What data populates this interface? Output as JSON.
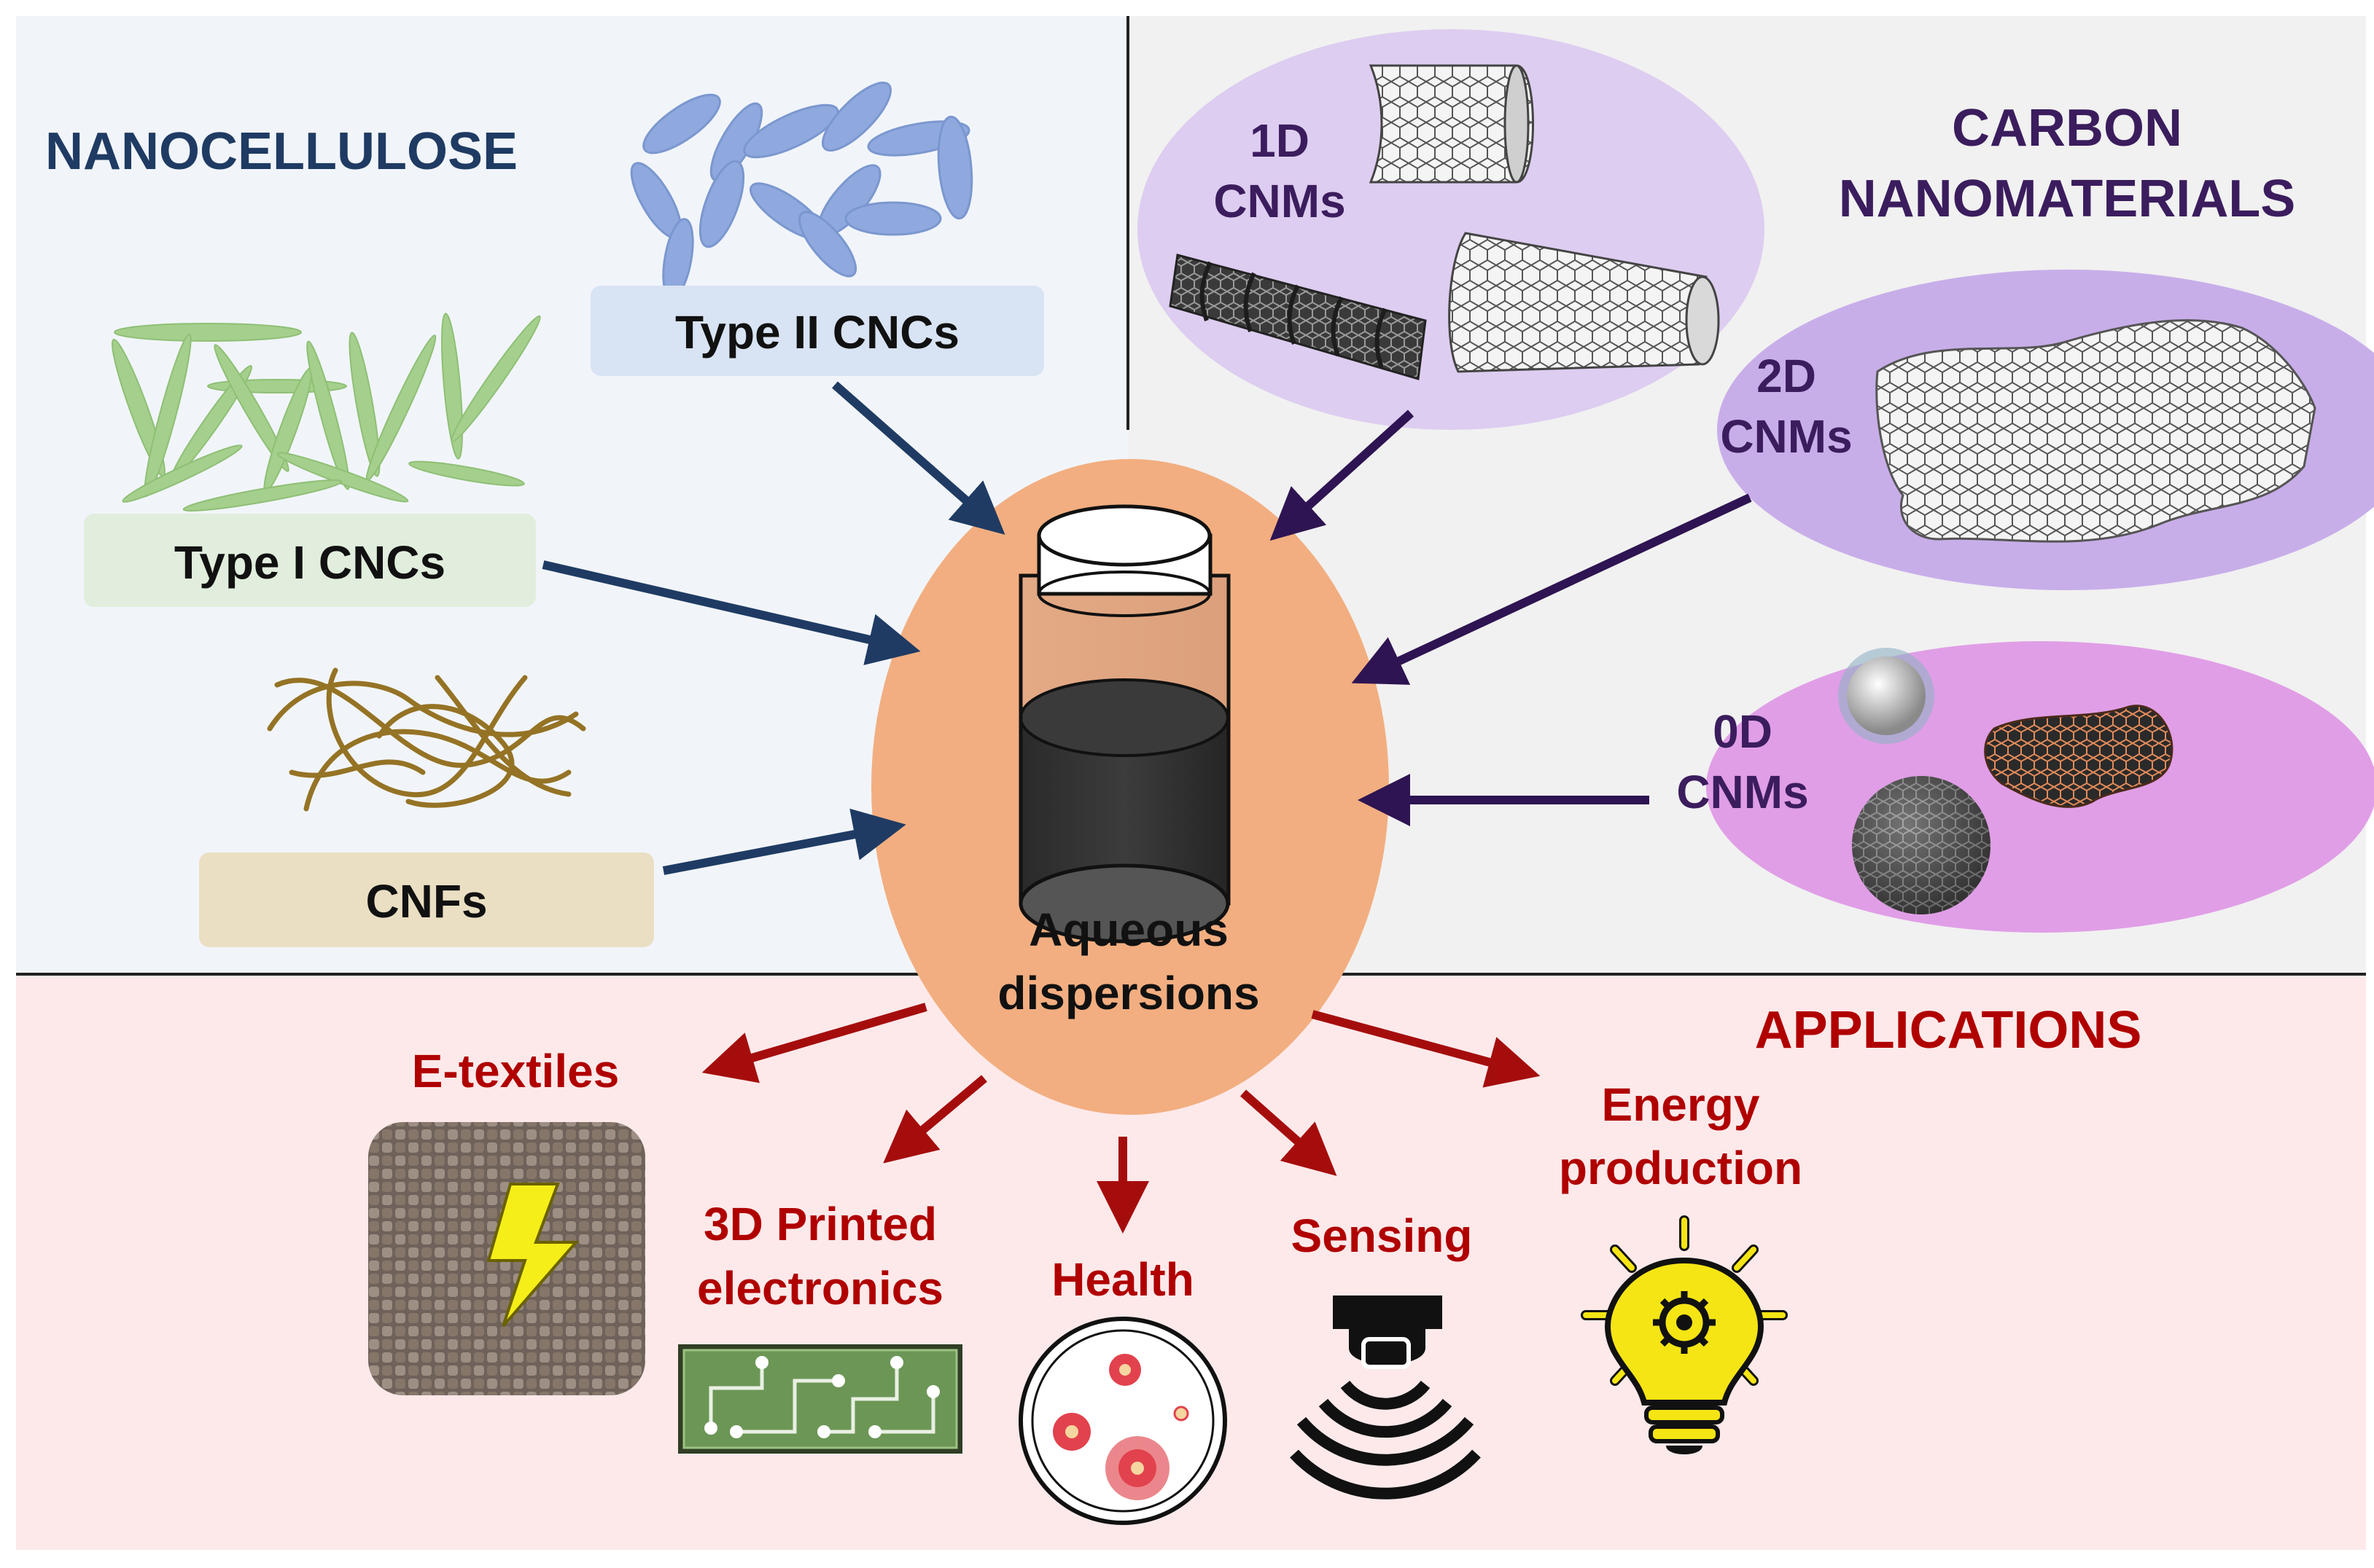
{
  "nanocellulose": {
    "title": "NANOCELLULOSE",
    "type2_label": "Type II CNCs",
    "type1_label": "Type I CNCs",
    "cnf_label": "CNFs"
  },
  "carbon": {
    "title_line1": "CARBON",
    "title_line2": "NANOMATERIALS",
    "cnm1d_line1": "1D",
    "cnm1d_line2": "CNMs",
    "cnm2d_line1": "2D",
    "cnm2d_line2": "CNMs",
    "cnm0d_line1": "0D",
    "cnm0d_line2": "CNMs"
  },
  "center": {
    "line1": "Aqueous",
    "line2": "dispersions"
  },
  "applications": {
    "title": "APPLICATIONS",
    "etextiles": "E-textiles",
    "printed_line1": "3D Printed",
    "printed_line2": "electronics",
    "health": "Health",
    "sensing": "Sensing",
    "energy_line1": "Energy",
    "energy_line2": "production"
  },
  "colors": {
    "nano_title": "#1f3b63",
    "carbon_title": "#3b1d5e",
    "app_title": "#b00000",
    "nano_arrow": "#1f3b63",
    "carbon_arrow": "#2e1452",
    "app_arrow": "#a50d0d",
    "center_fill": "#f2ae80"
  }
}
